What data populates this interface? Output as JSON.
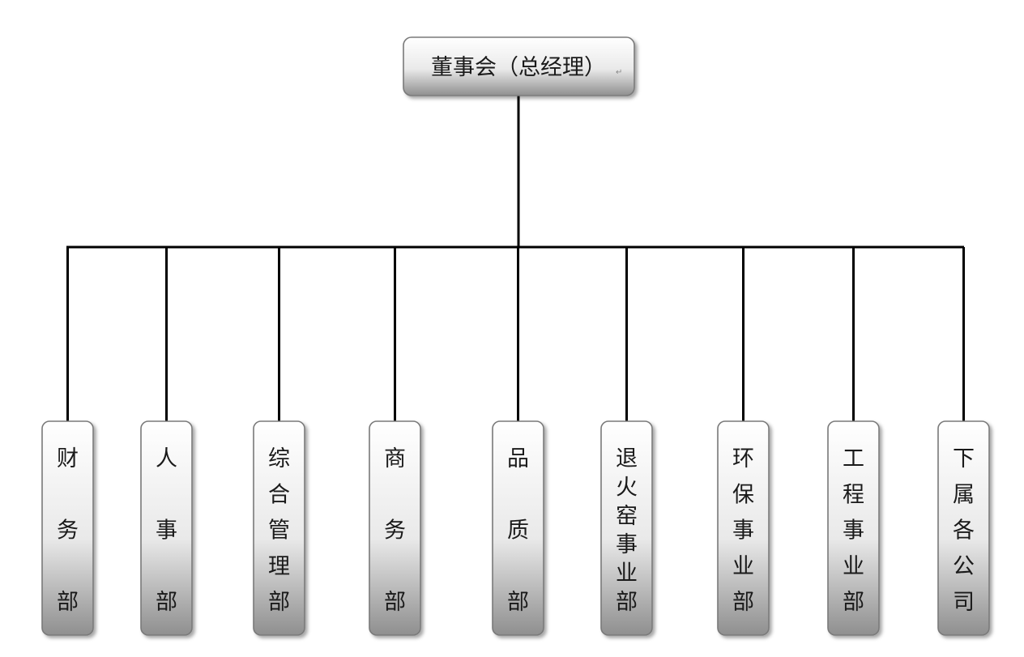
{
  "root": {
    "label": "董事会（总经理）"
  },
  "departments": [
    {
      "id": "finance",
      "label": "财务部"
    },
    {
      "id": "hr",
      "label": "人事部"
    },
    {
      "id": "general-mgmt",
      "label": "综合管理部"
    },
    {
      "id": "business",
      "label": "商务部"
    },
    {
      "id": "quality",
      "label": "品质部"
    },
    {
      "id": "furnace",
      "label": "退火窑事业部"
    },
    {
      "id": "environment",
      "label": "环保事业部"
    },
    {
      "id": "engineering",
      "label": "工程事业部"
    },
    {
      "id": "subsidiaries",
      "label": "下属各公司"
    }
  ],
  "colors": {
    "box_top": "#ffffff",
    "box_bottom": "#8f8f8f",
    "border": "#7a7a7a",
    "line": "#000000"
  }
}
